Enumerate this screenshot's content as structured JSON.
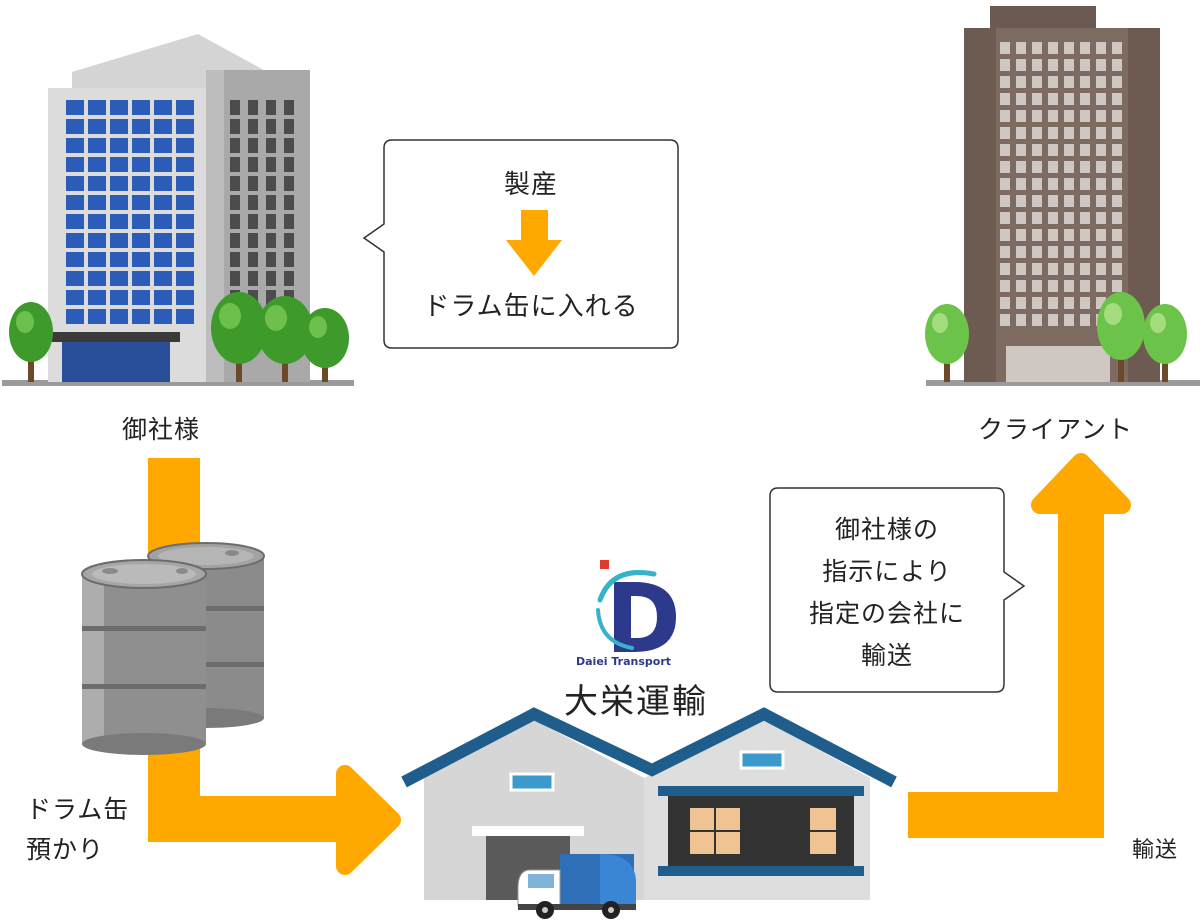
{
  "labels": {
    "client_company": "御社様",
    "client": "クライアント",
    "drum_storage_line1": "ドラム缶",
    "drum_storage_line2": "預かり",
    "transport": "輸送"
  },
  "bubble_production": {
    "line1": "製産",
    "line2": "ドラム缶に入れる"
  },
  "bubble_instruction": {
    "line1": "御社様の",
    "line2": "指示により",
    "line3": "指定の会社に",
    "line4": "輸送"
  },
  "logo": {
    "text_en": "Daiei Transport",
    "text_jp": "大栄運輸"
  },
  "colors": {
    "arrow": "#FFA800",
    "roof": "#1F5E8C",
    "building_blue": "#2A5CB8",
    "tower_brown": "#7D6A60",
    "tree_green": "#3E9A2B"
  }
}
